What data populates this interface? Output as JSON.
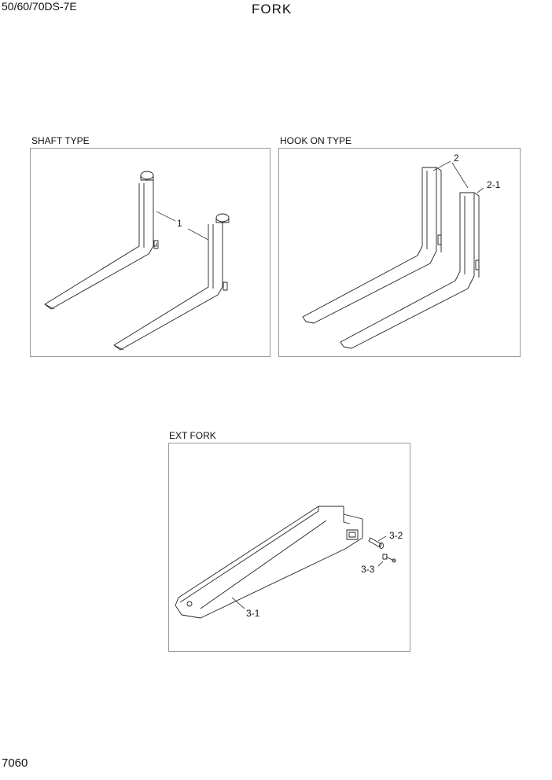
{
  "header": {
    "model": "50/60/70DS-7E",
    "title": "FORK"
  },
  "footer": {
    "page_number": "7060"
  },
  "panels": {
    "shaft": {
      "label": "SHAFT TYPE",
      "callouts": [
        "1"
      ]
    },
    "hook": {
      "label": "HOOK ON TYPE",
      "callouts": [
        "2",
        "2-1"
      ]
    },
    "ext": {
      "label": "EXT FORK",
      "callouts": [
        "3-2",
        "3-3",
        "3-1"
      ]
    }
  }
}
